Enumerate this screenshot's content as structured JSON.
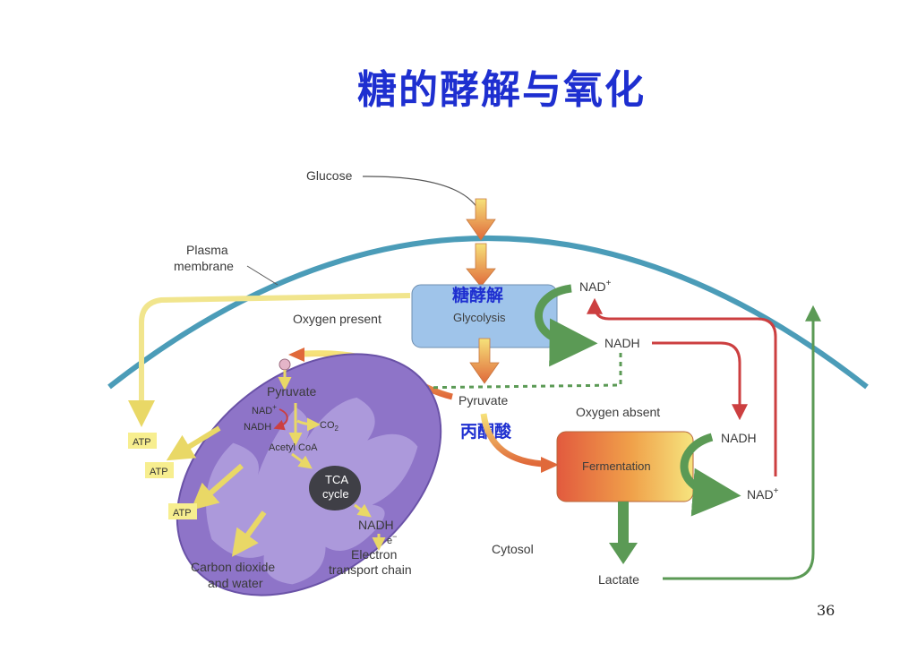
{
  "title": "糖的酵解与氧化",
  "page_number": "36",
  "labels": {
    "glucose": "Glucose",
    "plasma_membrane_1": "Plasma",
    "plasma_membrane_2": "membrane",
    "oxygen_present": "Oxygen present",
    "oxygen_absent": "Oxygen absent",
    "glycolysis": "Glycolysis",
    "glycolysis_cn": "糖酵解",
    "pyruvate": "Pyruvate",
    "pyruvate_cn": "丙酮酸",
    "nad_plus": "NAD",
    "plus_sup": "+",
    "nadh": "NADH",
    "fermentation": "Fermentation",
    "lactate": "Lactate",
    "cytosol": "Cytosol",
    "carbon_dioxide_1": "Carbon dioxide",
    "carbon_dioxide_2": "and water",
    "atp": "ATP",
    "mito_pyruvate": "Pyruvate",
    "co2": "CO",
    "co2_sub": "2",
    "acetyl_coa": "Acetyl CoA",
    "tca_1": "TCA",
    "tca_2": "cycle",
    "electron": "e",
    "electron_sup": "−",
    "electron_transport_1": "Electron",
    "electron_transport_2": "transport chain"
  },
  "colors": {
    "title": "#1e2fd0",
    "membrane": "#4b9cb8",
    "glycolysis_box": "#9fc4ea",
    "mitochondrion": "#8e74c8",
    "tca": "#3f3f46",
    "green_arrow": "#5b9a55",
    "red_arrow": "#cc3f40",
    "atp_box": "#f7ee8f"
  }
}
